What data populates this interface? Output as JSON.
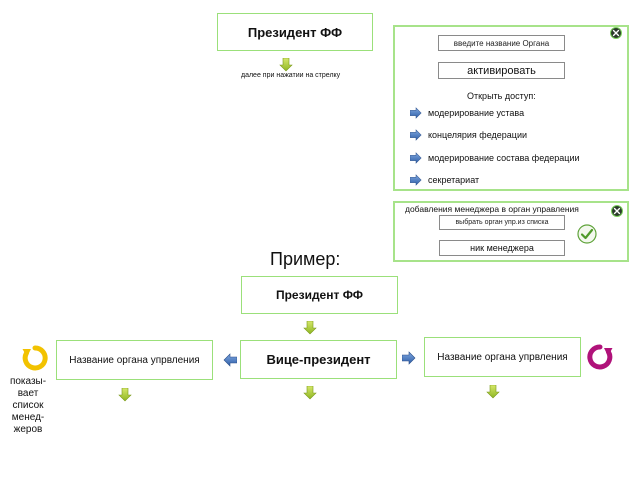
{
  "top": {
    "president_title": "Президент ФФ",
    "hint": "далее при нажатии на стрелку"
  },
  "panel1": {
    "org_input_placeholder": "введите название Органа",
    "activate_button": "активировать",
    "open_access_label": "Открыть доступ:",
    "access_items": [
      "модерирование устава",
      "концелярия федерации",
      "модерирование состава федерации",
      "секретариат"
    ]
  },
  "panel2": {
    "title": "добавления менеджера в орган управления",
    "select_org": "выбрать орган упр.из списка",
    "manager_nick": "ник менеджера"
  },
  "example": {
    "label": "Пример:",
    "president": "Президент ФФ",
    "vice_president": "Вице-президент",
    "left_org": "Название органа упрвления",
    "right_org": "Название органа упрвления",
    "left_note": "показы-\nвает\nсписок\nменед-\nжеров"
  },
  "colors": {
    "border_green": "#9be07a",
    "arrow_green": "#9bbf2a",
    "arrow_blue": "#3c6fb5",
    "refresh_yellow": "#f2c200",
    "refresh_purple": "#b0127a",
    "check_green": "#5fa33a"
  }
}
